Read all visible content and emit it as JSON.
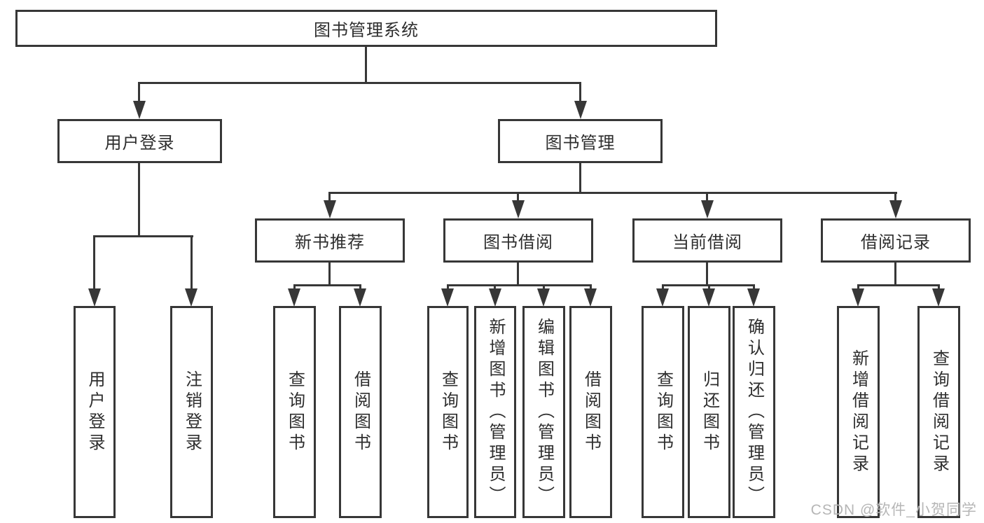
{
  "diagram": {
    "type": "hierarchy-tree",
    "nodes": {
      "root": "图书管理系统",
      "user_login": "用户登录",
      "book_mgmt": "图书管理",
      "new_book_rec": "新书推荐",
      "book_borrow": "图书借阅",
      "current_borrow": "当前借阅",
      "borrow_records": "借阅记录",
      "leaf_user_login": "用户登录",
      "leaf_logout": "注销登录",
      "leaf_query_book_1": "查询图书",
      "leaf_borrow_book_1": "借阅图书",
      "leaf_query_book_2": "查询图书",
      "leaf_add_book": "新增图书（管理员）",
      "leaf_edit_book": "编辑图书（管理员）",
      "leaf_borrow_book_2": "借阅图书",
      "leaf_query_book_3": "查询图书",
      "leaf_return_book": "归还图书",
      "leaf_confirm_return": "确认归还（管理员）",
      "leaf_add_record": "新增借阅记录",
      "leaf_query_record": "查询借阅记录"
    },
    "edges": [
      [
        "图书管理系统",
        "用户登录"
      ],
      [
        "图书管理系统",
        "图书管理"
      ],
      [
        "用户登录",
        "用户登录(叶)"
      ],
      [
        "用户登录",
        "注销登录"
      ],
      [
        "图书管理",
        "新书推荐"
      ],
      [
        "图书管理",
        "图书借阅"
      ],
      [
        "图书管理",
        "当前借阅"
      ],
      [
        "图书管理",
        "借阅记录"
      ],
      [
        "新书推荐",
        "查询图书"
      ],
      [
        "新书推荐",
        "借阅图书"
      ],
      [
        "图书借阅",
        "查询图书"
      ],
      [
        "图书借阅",
        "新增图书（管理员）"
      ],
      [
        "图书借阅",
        "编辑图书（管理员）"
      ],
      [
        "图书借阅",
        "借阅图书"
      ],
      [
        "当前借阅",
        "查询图书"
      ],
      [
        "当前借阅",
        "归还图书"
      ],
      [
        "当前借阅",
        "确认归还（管理员）"
      ],
      [
        "借阅记录",
        "新增借阅记录"
      ],
      [
        "借阅记录",
        "查询借阅记录"
      ]
    ],
    "colors": {
      "line": "#373737",
      "text": "#2e2e2e",
      "background": "#ffffff",
      "box_fill": "#ffffff",
      "watermark": "#b6b6b6"
    }
  },
  "watermark": {
    "text": "CSDN @软件_小贺同学"
  }
}
